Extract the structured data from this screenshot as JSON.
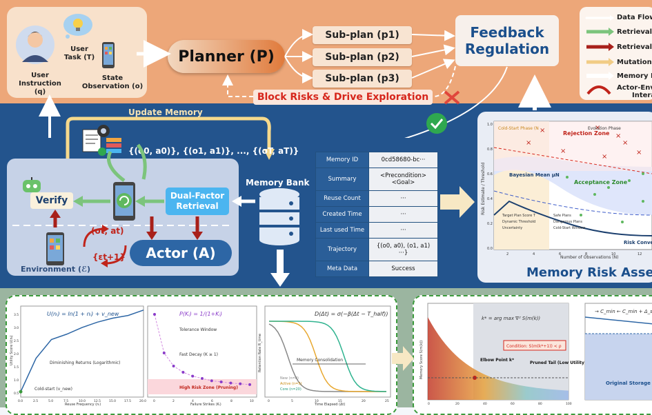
{
  "user": {
    "instruction": "User Instruction (q)",
    "task": "User Task (T)",
    "state": "State Observation (o)"
  },
  "planner": "Planner (P)",
  "subplans": [
    "Sub-plan (p1)",
    "Sub-plan (p2)",
    "Sub-plan (p3)"
  ],
  "feedback": "Feedback Regulation",
  "block": "Block Risks & Drive Exploration",
  "legend": [
    "Data Flow",
    "Retrieval",
    "Retrieval",
    "Mutation a",
    "Memory F",
    "Actor-Env",
    "Intera"
  ],
  "update_memory": "Update Memory",
  "trajectory_text": "{(o0, a0)}, {(o1, a1)}, ..., {(oT, aT)}",
  "verify": "Verify",
  "dual_factor": "Dual-Factor Retrieval",
  "actor": "Actor (A)",
  "environment": "Environment (ℰ)",
  "ot_at": "(ot, at)",
  "eps": "{εt+1}",
  "memory_bank": "Memory Bank",
  "table": [
    {
      "k": "Memory ID",
      "v": "0cd58680-bc···"
    },
    {
      "k": "Summary",
      "v": "<Precondition> <Goal>"
    },
    {
      "k": "Reuse Count",
      "v": "···"
    },
    {
      "k": "Created Time",
      "v": "···"
    },
    {
      "k": "Last used Time",
      "v": "···"
    },
    {
      "k": "Trajectory",
      "v": "{(o0, a0), (o1, a1) ···}"
    },
    {
      "k": "Meta Data",
      "v": "Success"
    }
  ],
  "risk": {
    "title": "Memory Risk Asses",
    "phase_cold": "Cold-Start Phase (N",
    "phase_evo": "Evolution Phase",
    "rejection": "Rejection Zone",
    "acceptance": "Acceptance Zone",
    "bayes": "Bayesian Mean μN",
    "converge": "Risk Converg",
    "ylabel": "Risk Estimate / Threshold",
    "xlabel": "Number of Observations (N)",
    "legend": [
      "Target Plan Score T",
      "Dynamic Threshold",
      "Uncertainty",
      "Safe Plans",
      "Dangerous Plans",
      "Cold-Start Window"
    ],
    "ticks_x": [
      "2",
      "4",
      "6",
      "8",
      "10",
      "12"
    ],
    "ticks_y": [
      "1.0",
      "0.8",
      "0.6",
      "0.4",
      "0.2",
      "0.0"
    ]
  },
  "chart1": {
    "formula": "U(nᵢ) = ln(1 + nᵢ) + v_new",
    "annot1": "Diminishing Returns (Logarithmic)",
    "annot2": "Cold-start (v_new)",
    "xlabel": "Reuse Frequency (nᵢ)",
    "ylabel": "Utility Score U(nᵢ)",
    "x": [
      0,
      2.5,
      5,
      7.5,
      10,
      12.5,
      15,
      17.5,
      20
    ],
    "y": [
      0.5,
      1.75,
      2.45,
      2.65,
      2.9,
      3.1,
      3.25,
      3.35,
      3.55
    ],
    "ticks_x": [
      "0.0",
      "2.5",
      "5.0",
      "7.5",
      "10.0",
      "12.5",
      "15.0",
      "17.5",
      "20.0"
    ],
    "ticks_y": [
      "0.5",
      "1.0",
      "1.5",
      "2.0",
      "2.5",
      "3.0",
      "3.5"
    ]
  },
  "chart2": {
    "formula": "P(Kᵢ) = 1/(1+Kᵢ)",
    "annot1": "Tolerance Window",
    "annot2": "Fast Decay (K ≥ 1)",
    "annot3": "High Risk Zone (Pruning)",
    "xlabel": "Failure Strikes (Kᵢ)",
    "x": [
      0,
      1,
      2,
      3,
      4,
      5,
      6,
      7,
      8,
      9,
      10
    ],
    "y": [
      1.0,
      0.5,
      0.33,
      0.25,
      0.2,
      0.17,
      0.14,
      0.125,
      0.11,
      0.1,
      0.09
    ],
    "ticks_x": [
      "0",
      "2",
      "4",
      "6",
      "8",
      "10"
    ]
  },
  "chart3": {
    "formula": "D(Δt) = σ(−β(Δt − T_half))",
    "annot": "Memory Consolidation",
    "xlabel": "Time Elapsed (Δt)",
    "ylabel": "Retention Rate R_time",
    "legend": [
      "New (n=0)",
      "Active (n=5)",
      "Core (n=20)"
    ],
    "ticks_x": [
      "0",
      "5",
      "10",
      "15",
      "20",
      "25"
    ]
  },
  "chart4": {
    "formula": "k* = arg max ∇² S(m(k))",
    "condition": "Condition: S(m(k*+1)) < ρ",
    "elbow": "Elbow Point k*",
    "pruned": "Pruned Tail (Low Utility)",
    "ylabel": "Memory Score S(m(k))",
    "ticks_x": [
      "0",
      "20",
      "40",
      "60",
      "80",
      "100"
    ]
  },
  "chart5": {
    "formula": "→ C_min ← C_min + Δ_step",
    "storage": "Original Storage"
  },
  "colors": {
    "accent_blue": "#1b4f8c",
    "risk_red": "#d6261c",
    "green": "#3c9a3c",
    "orange": "#e07a3b"
  }
}
